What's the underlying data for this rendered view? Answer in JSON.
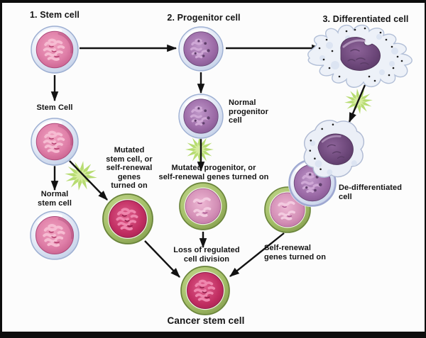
{
  "diagram": {
    "titles": {
      "stem": "1. Stem cell",
      "progenitor": "2. Progenitor cell",
      "differentiated": "3. Differentiated cell"
    },
    "labels": {
      "stem_cell": "Stem Cell",
      "normal_stem_cell": "Normal\nstem cell",
      "mutated_stem": "Mutated\nstem cell, or\nself-renewal\ngenes\nturned on",
      "normal_progenitor": "Normal\nprogenitor\ncell",
      "mutated_progenitor": "Mutated progenitor, or\nself-renewal genes turned on",
      "loss_division": "Loss of regulated\ncell division",
      "self_renewal": "Self-renewal\ngenes turned on",
      "dedifferentiated": "De-differentiated\ncell",
      "cancer_stem_cell": "Cancer stem cell"
    },
    "colors": {
      "background": "#fcfcfc",
      "frame": "#0d0d0d",
      "arrow": "#121212",
      "mutation_burst": "#b7dc72",
      "cell_membrane": "#dbe2f1",
      "stem_interior": "#df7fa8",
      "progenitor_interior": "#9c6ba7",
      "differentiated_nucleus": "#6b4678",
      "mutant_ring_green": "#a4bf68",
      "cancer_interior": "#c12e62",
      "mutated_progenitor_interior": "#d38fb6"
    }
  }
}
